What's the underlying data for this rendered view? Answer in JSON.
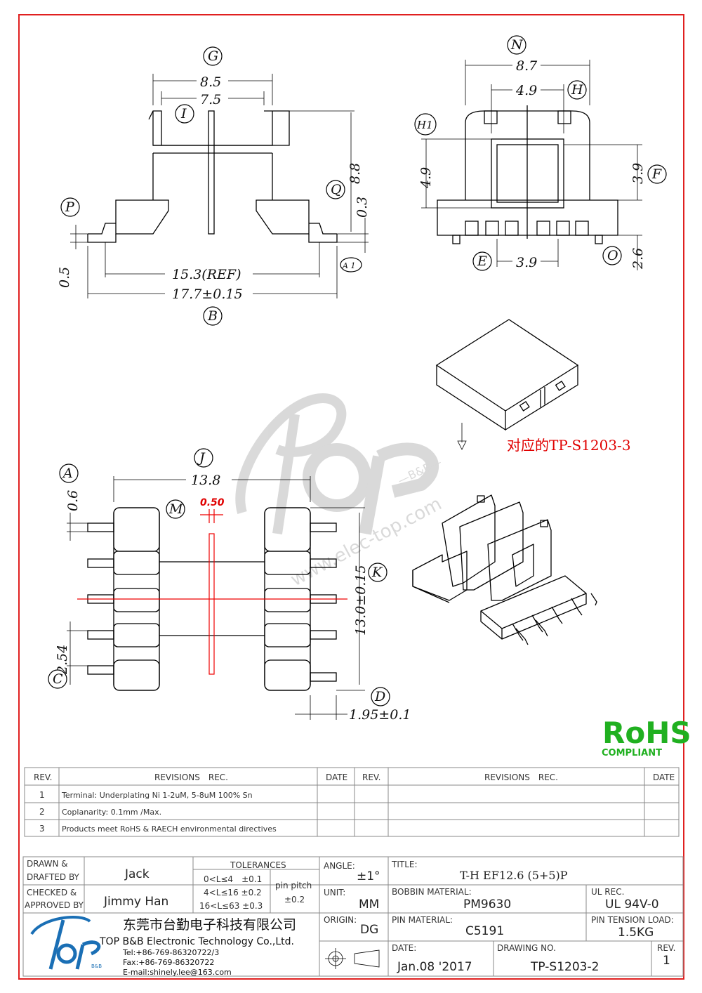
{
  "dimensions": {
    "top_left": {
      "G": "G",
      "v85": "8.5",
      "v75": "7.5",
      "I": "I",
      "v88": "8.8",
      "Q": "Q",
      "v03": "0.3",
      "P": "P",
      "v05": "0.5",
      "A1": "A 1",
      "ref": "15.3(REF)",
      "tot": "17.7±0.15",
      "B": "B"
    },
    "top_right": {
      "N": "N",
      "v87": "8.7",
      "v49a": "4.9",
      "H": "H",
      "H1": "H1",
      "v49b": "4.9",
      "v39a": "3.9",
      "F": "F",
      "v26": "2.6",
      "E": "E",
      "v39b": "3.9",
      "O": "O"
    },
    "bottom": {
      "A": "A",
      "v06": "0.6",
      "J": "J",
      "v138": "13.8",
      "M": "M",
      "v050": "0.50",
      "K": "K",
      "v130": "13.0±0.15",
      "v254": "2.54",
      "C": "C",
      "D": "D",
      "v195": "1.95±0.1"
    }
  },
  "note_cn": "对应的TP-S1203-3",
  "watermark": {
    "logo": "Top",
    "bb": "—B&B—",
    "url": "www.elec-top.com"
  },
  "rohs": {
    "title": "RoHS",
    "sub": "COMPLIANT"
  },
  "revisions": {
    "headers": {
      "rev": "REV.",
      "rec": "REVISIONS　REC.",
      "date": "DATE"
    },
    "rows": [
      {
        "rev": "1",
        "text": "Terminal: Underplating Ni 1-2uM, 5-8uM 100% Sn"
      },
      {
        "rev": "2",
        "text": "Coplanarity: 0.1mm /Max."
      },
      {
        "rev": "3",
        "text": "Products meet RoHS & RAECH environmental directives"
      }
    ]
  },
  "titleblock": {
    "drawn_label1": "DRAWN &",
    "drawn_label2": "DRAFTED BY",
    "drawn": "Jack",
    "checked_label1": "CHECKED &",
    "checked_label2": "APPROVED BY",
    "checked": "Jimmy Han",
    "tol_title": "TOLERANCES",
    "tol1": "0<L≤4　±0.1",
    "tol2": "4<L≤16 ±0.2",
    "tol3": "16<L≤63 ±0.3",
    "pitch_label": "pin pitch",
    "pitch": "±0.2",
    "angle_label": "ANGLE:",
    "angle": "±1°",
    "unit_label": "UNIT:",
    "unit": "MM",
    "origin_label": "ORIGIN:",
    "origin": "DG",
    "title_label": "TITLE:",
    "title": "T-H EF12.6 (5+5)P",
    "bobbin_label": "BOBBIN MATERIAL:",
    "bobbin": "PM9630",
    "ul_label": "UL REC.",
    "ul": "UL 94V-0",
    "pin_label": "PIN MATERIAL:",
    "pin": "C5191",
    "tension_label": "PIN TENSION LOAD:",
    "tension": "1.5KG",
    "date_label": "DATE:",
    "date": "Jan.08 '2017",
    "dwg_label": "DRAWING NO.",
    "dwg": "TP-S1203-2",
    "rev_label": "REV.",
    "rev": "1",
    "company_cn": "东莞市台勤电子科技有限公司",
    "company_en": "TOP B&B Electronic Technology Co.,Ltd.",
    "tel": "Tel:+86-769-86320722/3",
    "fax": "Fax:+86-769-86320722",
    "email": "E-mail:shinely.lee@163.com",
    "logo_bb": "B&B"
  },
  "colors": {
    "border": "#e02020",
    "red": "#e00000",
    "rohs": "#20b020",
    "logo_blue": "#1a6fb5"
  }
}
